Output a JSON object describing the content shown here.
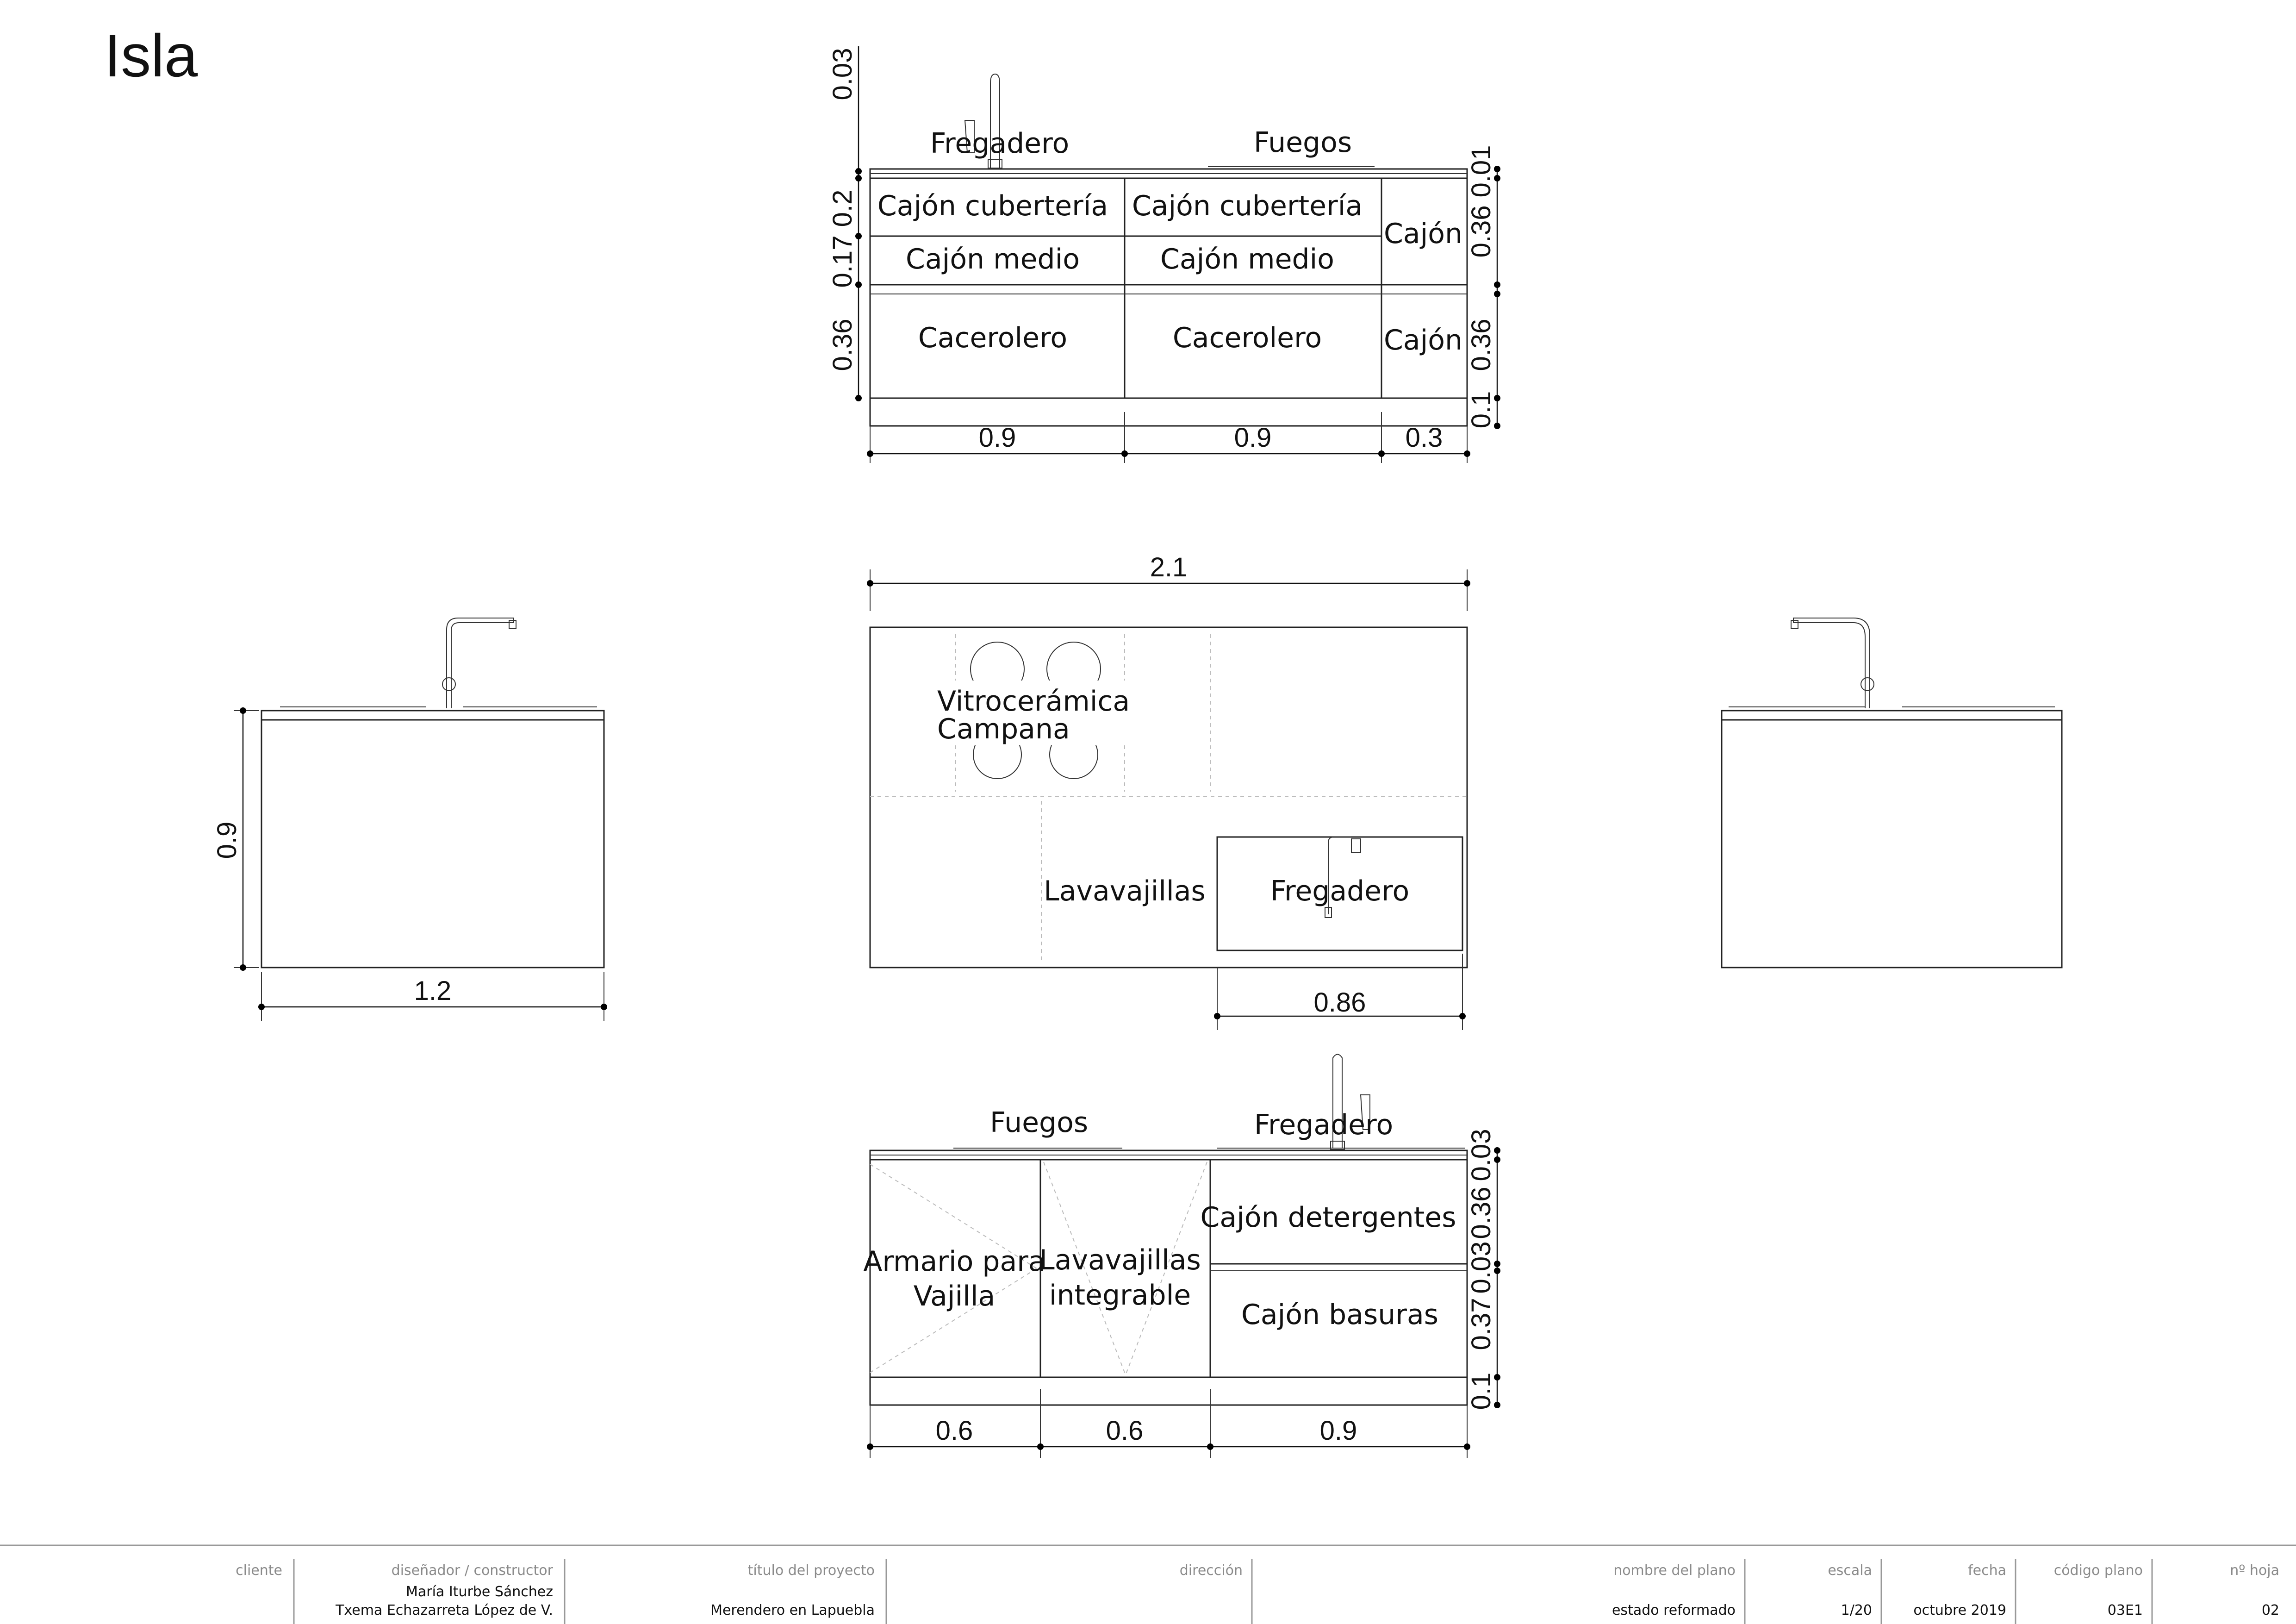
{
  "sheet": {
    "title": "Isla"
  },
  "front_view": {
    "top_labels": [
      "Fregadero",
      "Fuegos"
    ],
    "drawer_labels": [
      "Cajón cubertería",
      "Cajón cubertería",
      "Cajón",
      "Cajón medio",
      "Cajón medio",
      "Cacerolero",
      "Cacerolero",
      "Cajón"
    ],
    "dim_left": [
      "0.03",
      "0.2",
      "0.17",
      "0.36"
    ],
    "dim_right": [
      "0.01",
      "0.36",
      "0.36",
      "0.1"
    ],
    "dim_bottom": [
      "0.9",
      "0.9",
      "0.3"
    ]
  },
  "plan_view": {
    "dim_total": "2.1",
    "label_hob": "Vitrocerámica",
    "label_hood": "Campana",
    "label_dishwasher": "Lavavajillas",
    "label_sink": "Fregadero",
    "dim_sink": "0.86"
  },
  "side_view_left": {
    "dim_height": "0.9",
    "dim_width": "1.2"
  },
  "back_view": {
    "top_labels": [
      "Fuegos",
      "Fregadero"
    ],
    "labels": [
      "Armario para",
      "Vajilla",
      "Lavavajillas",
      "integrable",
      "Cajón detergentes",
      "Cajón basuras"
    ],
    "dim_right": [
      "0.03",
      "0.36",
      "0.03",
      "0.37",
      "0.1"
    ],
    "dim_bottom": [
      "0.6",
      "0.6",
      "0.9"
    ]
  },
  "title_block": {
    "headers": [
      "cliente",
      "diseñador / constructor",
      "título del proyecto",
      "dirección",
      "nombre del plano",
      "escala",
      "fecha",
      "código plano",
      "nº hoja"
    ],
    "designer_1": "María Iturbe Sánchez",
    "designer_2": "Txema Echazarreta López de V.",
    "project": "Merendero en Lapuebla",
    "plan_name": "estado reformado",
    "scale": "1/20",
    "date": "octubre 2019",
    "code": "03E1",
    "sheet_no": "02"
  }
}
